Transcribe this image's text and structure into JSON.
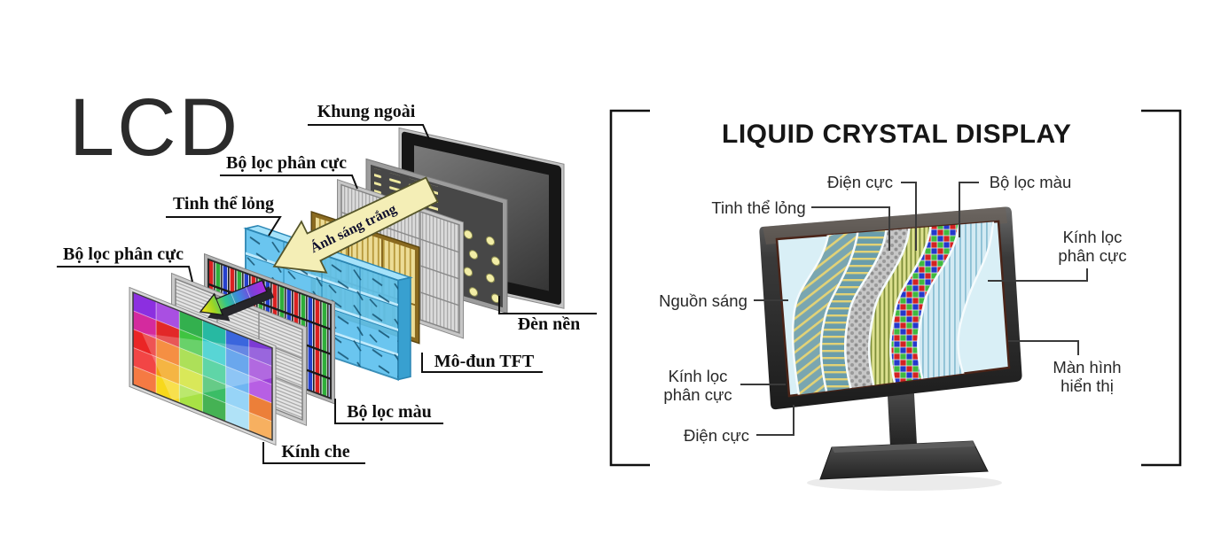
{
  "left_diagram": {
    "title": "LCD",
    "labels": {
      "khung_ngoai": "Khung ngoài",
      "bo_loc_phan_cuc_top": "Bộ lọc phân cực",
      "tinh_the_long": "Tinh thể lỏng",
      "bo_loc_phan_cuc_left": "Bộ lọc phân cực",
      "anh_sang_trang": "Ánh sáng trắng",
      "den_nen": "Đèn nền",
      "mo_dun_tft": "Mô-đun TFT",
      "bo_loc_mau": "Bộ lọc màu",
      "kinh_che": "Kính che"
    },
    "screen_palette": [
      [
        "#8c2fe0",
        "#a94fe2",
        "#33b04e",
        "#27b9a2",
        "#3b66dd",
        "#7d3bd4"
      ],
      [
        "#d42a9e",
        "#e22828",
        "#3fc441",
        "#29c9c9",
        "#418fe8",
        "#9b3fd8"
      ],
      [
        "#ea2525",
        "#f2700f",
        "#97d82b",
        "#33c98f",
        "#6fb5f2",
        "#b75fe4"
      ],
      [
        "#f24545",
        "#f2a00f",
        "#cfe22b",
        "#3bbd66",
        "#97d4f7",
        "#ec7f39"
      ],
      [
        "#f57a43",
        "#f7d81c",
        "#a8e245",
        "#45b254",
        "#b0e2f7",
        "#f7b060"
      ]
    ],
    "colors": {
      "light_arrow_fill": "#f4eeb6",
      "liquid_crystal_blue": "#5ec1ee",
      "tft_gold": "#ecdc96",
      "backlight_dot": "#f2eda6",
      "backlight_face": "#474747"
    }
  },
  "right_diagram": {
    "title": "LIQUID CRYSTAL DISPLAY",
    "labels": {
      "dien_cuc_top": "Điện cực",
      "bo_loc_mau": "Bộ lọc màu",
      "tinh_the_long": "Tinh thể lỏng",
      "kinh_loc_phan_cuc_right": "Kính lọc phân cực",
      "nguon_sang": "Nguồn sáng",
      "kinh_loc_phan_cuc_left": "Kính lọc phân cực",
      "dien_cuc_bottom": "Điện cực",
      "man_hinh_hien_thi": "Màn hình hiển thị"
    },
    "colors": {
      "band_teal": "#7aa6b0",
      "band_stripe_yellow": "#e2d276",
      "band_green": "#dce08f",
      "band_blue": "#d3eaf3",
      "screen_cyan": "#d9eff6",
      "mosaic_red": "#d42222",
      "mosaic_green": "#3fba3f",
      "mosaic_blue": "#2438cc"
    }
  }
}
